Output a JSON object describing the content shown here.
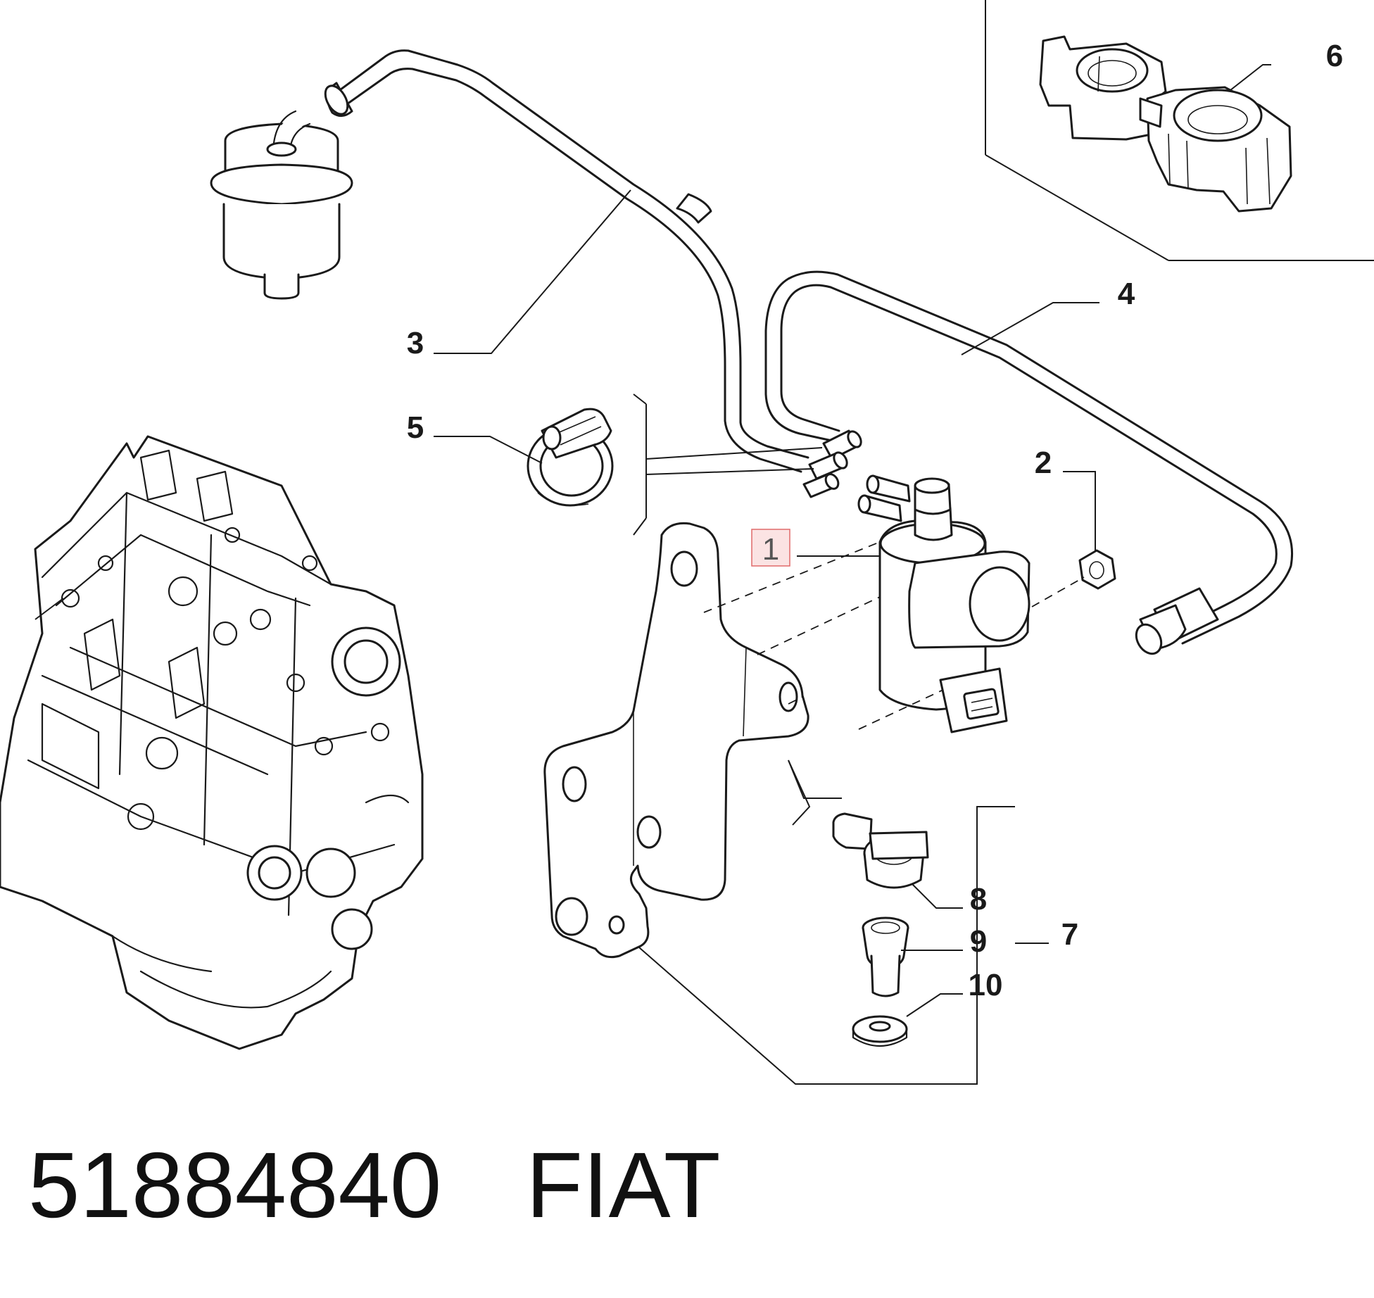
{
  "callouts": {
    "c1": "1",
    "c2": "2",
    "c3": "3",
    "c4": "4",
    "c5": "5",
    "c6": "6",
    "c7": "7",
    "c8": "8",
    "c9": "9",
    "c10": "10"
  },
  "highlighted_callout": "1",
  "footer": {
    "part_number": "51884840",
    "brand": "FIAT"
  },
  "colors": {
    "highlight_fill": "#fbe3e3",
    "highlight_border": "#e06a6a",
    "line": "#1a1a1a"
  }
}
